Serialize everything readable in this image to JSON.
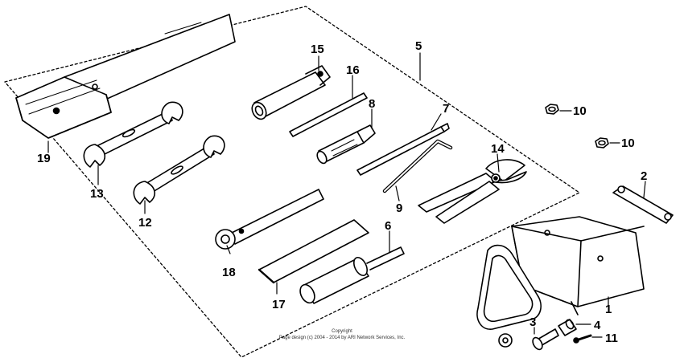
{
  "callouts": {
    "c1": "1",
    "c2": "2",
    "c3": "3",
    "c4": "4",
    "c5": "5",
    "c6": "6",
    "c7": "7",
    "c8": "8",
    "c9": "9",
    "c10a": "10",
    "c10b": "10",
    "c11": "11",
    "c12": "12",
    "c13": "13",
    "c14": "14",
    "c15": "15",
    "c16": "16",
    "c17": "17",
    "c18": "18",
    "c19": "19"
  },
  "copyright": {
    "line1": "Copyright",
    "line2": "Page design (c) 2004 - 2014 by ARI Network Services, Inc."
  }
}
